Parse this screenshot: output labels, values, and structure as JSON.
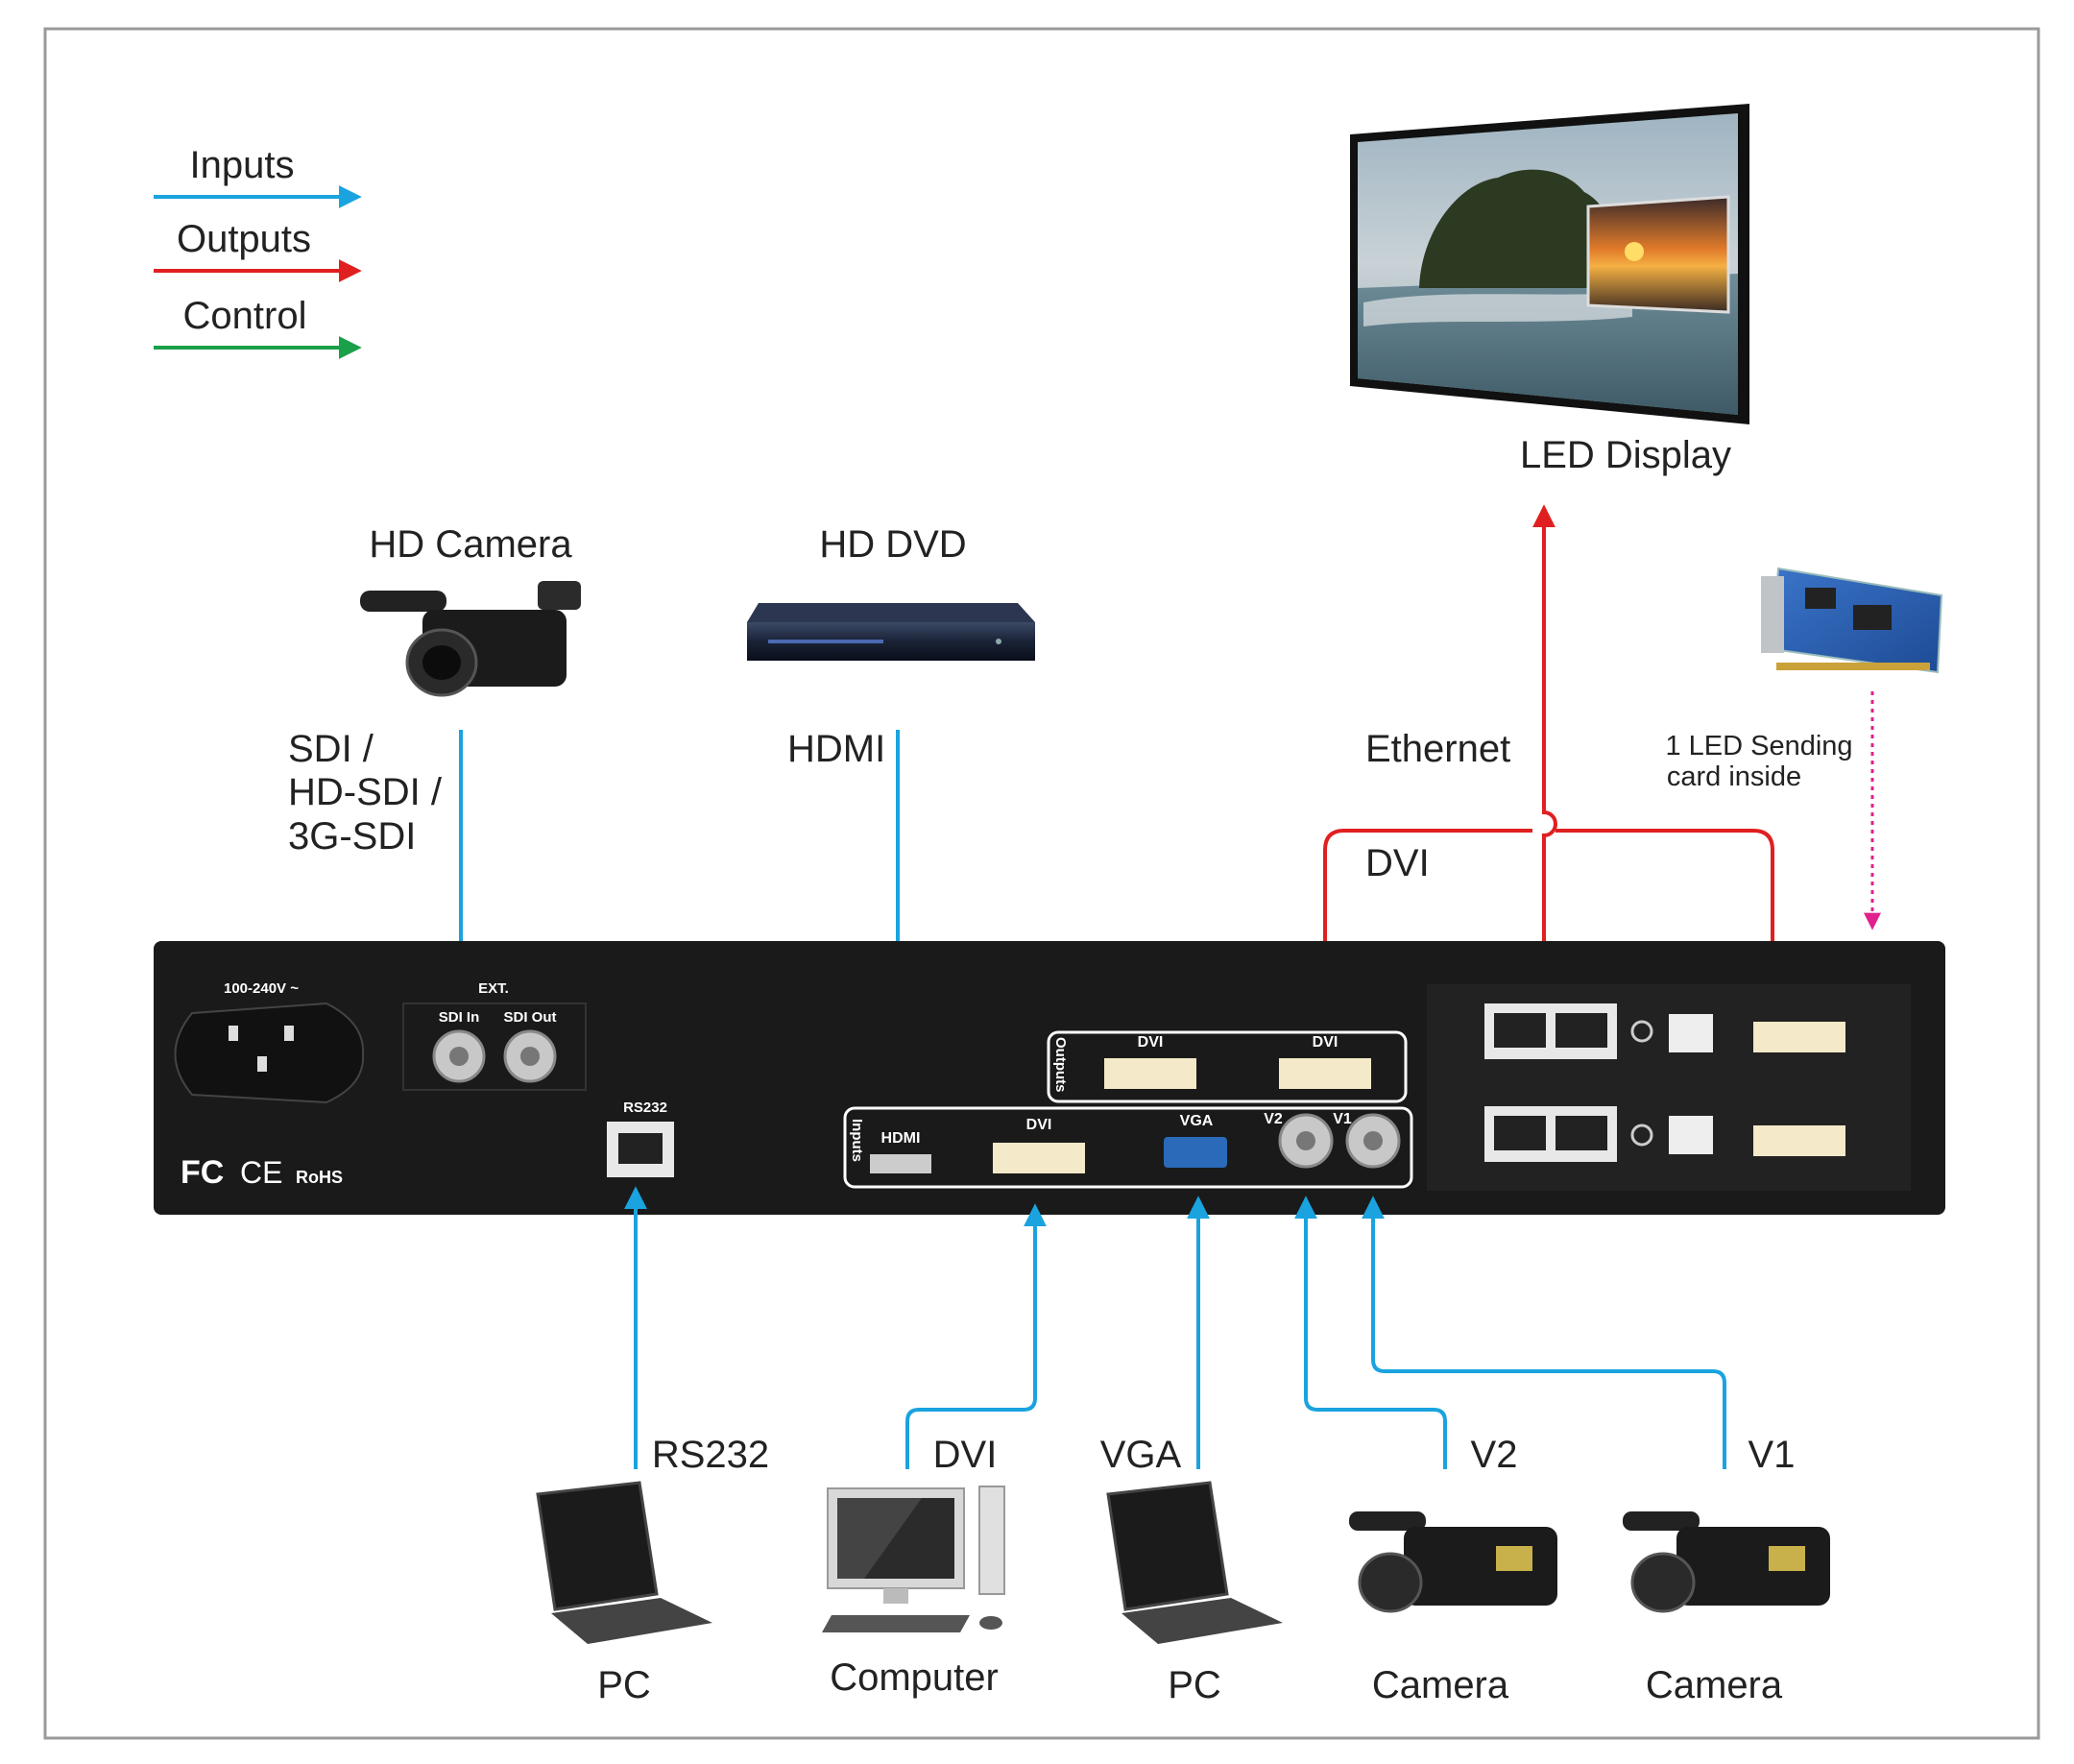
{
  "legend": {
    "inputs": "Inputs",
    "outputs": "Outputs",
    "control": "Control"
  },
  "colors": {
    "input": "#1aa3df",
    "output": "#e02020",
    "control": "#1aa04a",
    "led_card_link": "#e0208c",
    "panel": "#1a1a1a"
  },
  "devices": {
    "hd_camera": "HD Camera",
    "hd_dvd": "HD DVD",
    "led_display": "LED  Display",
    "pc_rs232": "PC",
    "computer": "Computer",
    "pc_vga": "PC",
    "camera_v2": "Camera",
    "camera_v1": "Camera"
  },
  "connections": {
    "sdi_line1": "SDI /",
    "sdi_line2": "HD-SDI /",
    "sdi_line3": "3G-SDI",
    "hdmi": "HDMI",
    "ethernet": "Ethernet",
    "dvi_out": "DVI",
    "led_card_line1": "1 LED Sending",
    "led_card_line2": "card inside",
    "rs232": "RS232",
    "dvi_in": "DVI",
    "vga": "VGA",
    "v2": "V2",
    "v1": "V1"
  },
  "panel": {
    "power": "100-240V ~",
    "ext": "EXT.",
    "sdi_in": "SDI  In",
    "sdi_out": "SDI Out",
    "rs232": "RS232",
    "outputs_tab": "Outputs",
    "inputs_tab": "Inputs",
    "out_dvi_1": "DVI",
    "out_dvi_2": "DVI",
    "in_hdmi": "HDMI",
    "in_dvi": "DVI",
    "in_vga": "VGA",
    "in_v2": "V2",
    "in_v1": "V1",
    "cert_fc": "FC",
    "cert_ce": "CE",
    "cert_rohs": "RoHS"
  }
}
